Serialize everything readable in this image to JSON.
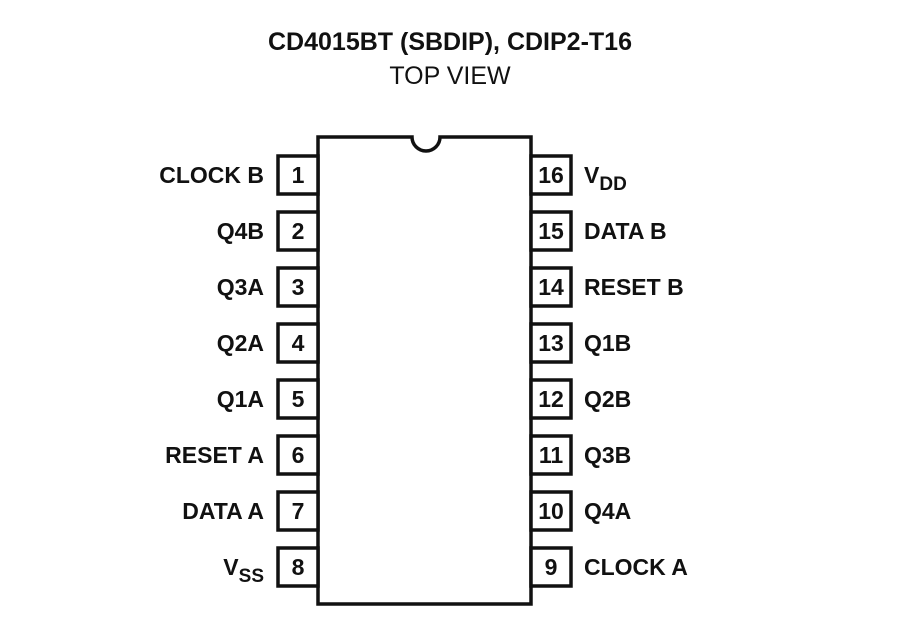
{
  "title": "CD4015BT (SBDIP), CDIP2-T16",
  "subtitle": "TOP VIEW",
  "pins_left": [
    {
      "number": "1",
      "name": "CLOCK B",
      "sub": ""
    },
    {
      "number": "2",
      "name": "Q4B",
      "sub": ""
    },
    {
      "number": "3",
      "name": "Q3A",
      "sub": ""
    },
    {
      "number": "4",
      "name": "Q2A",
      "sub": ""
    },
    {
      "number": "5",
      "name": "Q1A",
      "sub": ""
    },
    {
      "number": "6",
      "name": "RESET A",
      "sub": ""
    },
    {
      "number": "7",
      "name": "DATA A",
      "sub": ""
    },
    {
      "number": "8",
      "name": "V",
      "sub": "SS"
    }
  ],
  "pins_right": [
    {
      "number": "16",
      "name": "V",
      "sub": "DD"
    },
    {
      "number": "15",
      "name": "DATA B",
      "sub": ""
    },
    {
      "number": "14",
      "name": "RESET B",
      "sub": ""
    },
    {
      "number": "13",
      "name": "Q1B",
      "sub": ""
    },
    {
      "number": "12",
      "name": "Q2B",
      "sub": ""
    },
    {
      "number": "11",
      "name": "Q3B",
      "sub": ""
    },
    {
      "number": "10",
      "name": "Q4A",
      "sub": ""
    },
    {
      "number": "9",
      "name": "CLOCK A",
      "sub": ""
    }
  ]
}
